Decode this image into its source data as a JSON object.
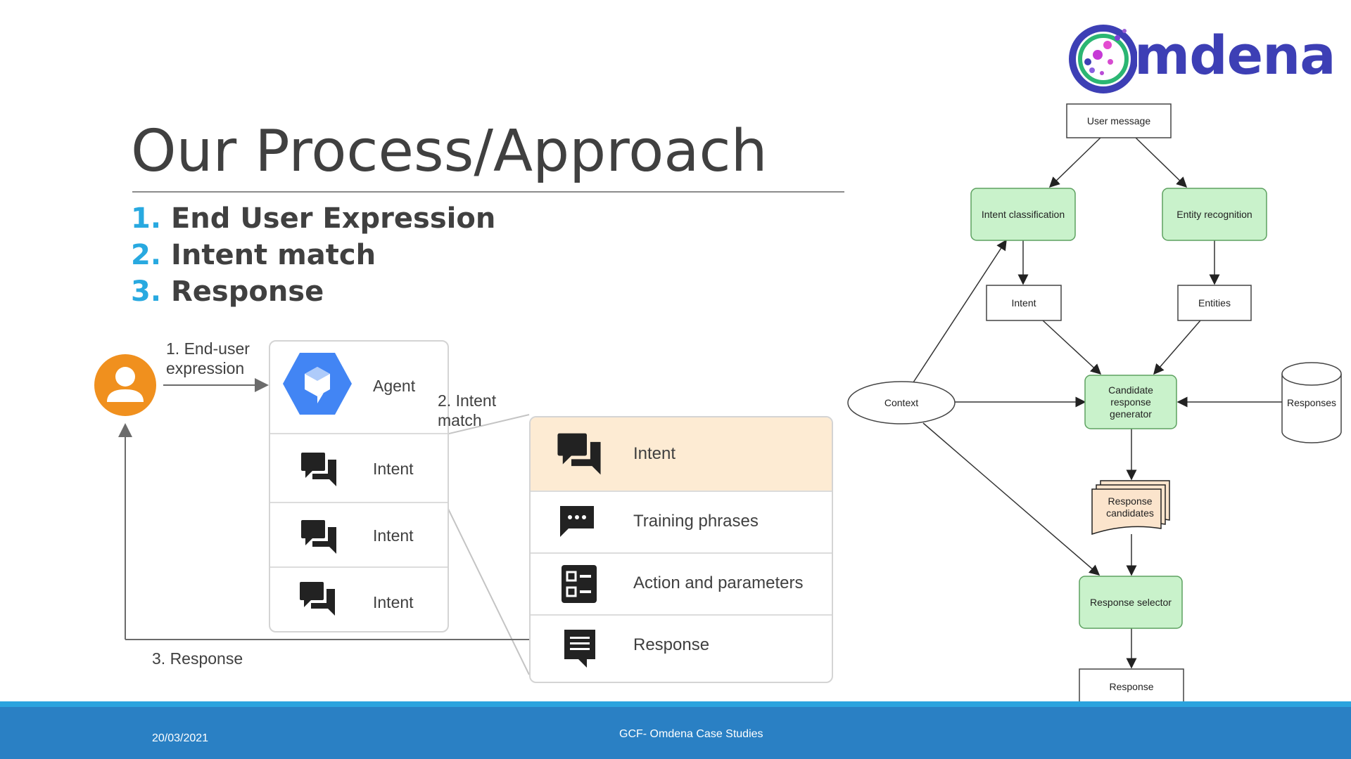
{
  "slide": {
    "title": "Our Process/Approach",
    "steps": [
      {
        "num": "1.",
        "text": "End User Expression"
      },
      {
        "num": "2.",
        "text": "Intent match"
      },
      {
        "num": "3.",
        "text": "Response"
      }
    ]
  },
  "logo": {
    "text": "mdena",
    "brand_color": "#3d3fb5"
  },
  "left_diagram": {
    "end_user_label": "1. End-user\nexpression",
    "agent_label": "Agent",
    "intent_match_label": "2. Intent\nmatch",
    "response_label": "3. Response",
    "agent_intents": [
      "Intent",
      "Intent",
      "Intent"
    ],
    "detail_rows": [
      {
        "label": "Intent",
        "icon": "chat-bubbles-icon"
      },
      {
        "label": "Training phrases",
        "icon": "message-dots-icon"
      },
      {
        "label": "Action and parameters",
        "icon": "list-checks-icon"
      },
      {
        "label": "Response",
        "icon": "message-lines-icon"
      }
    ],
    "colors": {
      "user": "#f0901e",
      "agent": "#4285f4",
      "highlight": "#fdebd3"
    }
  },
  "flowchart": {
    "user_message": "User message",
    "intent_classification": "Intent classification",
    "entity_recognition": "Entity recognition",
    "intent": "Intent",
    "entities": "Entities",
    "context": "Context",
    "candidate_generator": "Candidate\nresponse\ngenerator",
    "responses": "Responses",
    "response_candidates": "Response\ncandidates",
    "response_selector": "Response selector",
    "response": "Response",
    "colors": {
      "green": "#c9f2cb",
      "green_border": "#5da160",
      "candidates": "#fbe4cc"
    }
  },
  "footer": {
    "date": "20/03/2021",
    "center": "GCF- Omdena Case Studies"
  }
}
